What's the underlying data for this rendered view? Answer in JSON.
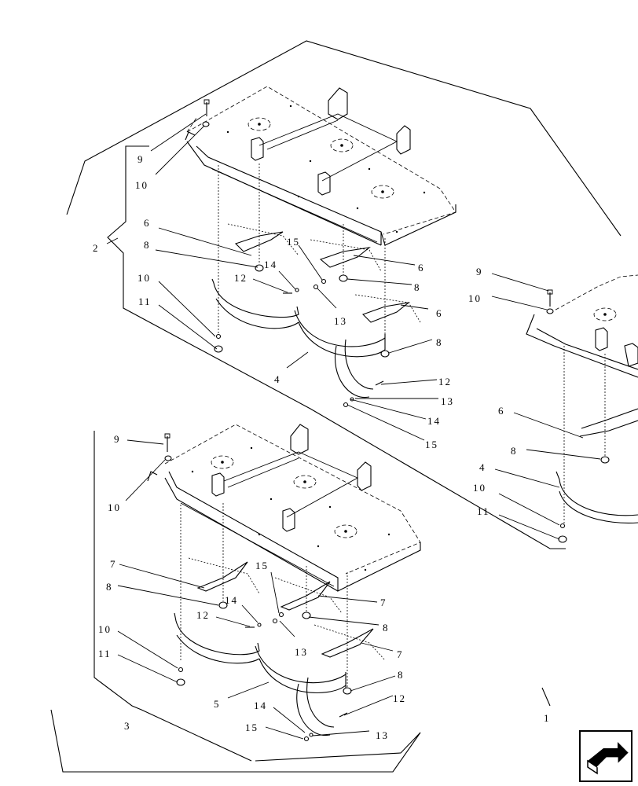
{
  "callouts": {
    "c1": "1",
    "c2": "2",
    "c3": "3",
    "c4": "4",
    "c5": "5",
    "c6": "6",
    "c7": "7",
    "c8": "8",
    "c9": "9",
    "c10": "10",
    "c11": "11",
    "c12": "12",
    "c13": "13",
    "c14": "14",
    "c15": "15"
  },
  "nav_icon": "next-page-arrow-icon"
}
